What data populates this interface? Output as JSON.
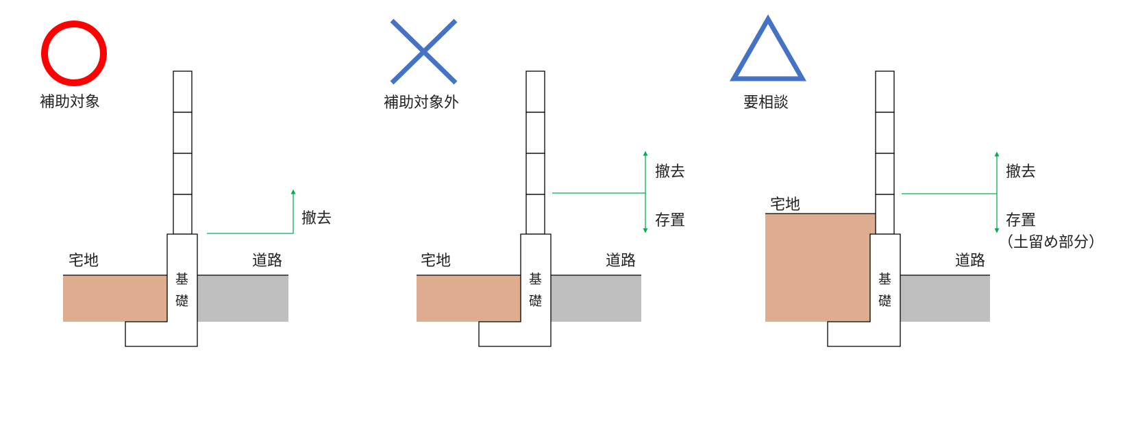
{
  "colors": {
    "residential_soil": "#DEAD90",
    "road": "#BFBFBF",
    "outline": "#000000",
    "arrow": "#00B050",
    "circle_mark": "#FF0000",
    "cross_mark": "#4472C4",
    "triangle_mark": "#4472C4"
  },
  "panels": [
    {
      "mark_icon": "circle-icon",
      "verdict": "補助対象",
      "residential_label": "宅地",
      "road_label": "道路",
      "foundation_label": [
        "基",
        "礎"
      ],
      "remove_label": "撤去"
    },
    {
      "mark_icon": "cross-icon",
      "verdict": "補助対象外",
      "residential_label": "宅地",
      "road_label": "道路",
      "foundation_label": [
        "基",
        "礎"
      ],
      "remove_label": "撤去",
      "keep_label": "存置"
    },
    {
      "mark_icon": "triangle-icon",
      "verdict": "要相談",
      "residential_label": "宅地",
      "road_label": "道路",
      "foundation_label": [
        "基",
        "礎"
      ],
      "remove_label": "撤去",
      "keep_label": "存置",
      "keep_note": "（土留め部分）"
    }
  ]
}
